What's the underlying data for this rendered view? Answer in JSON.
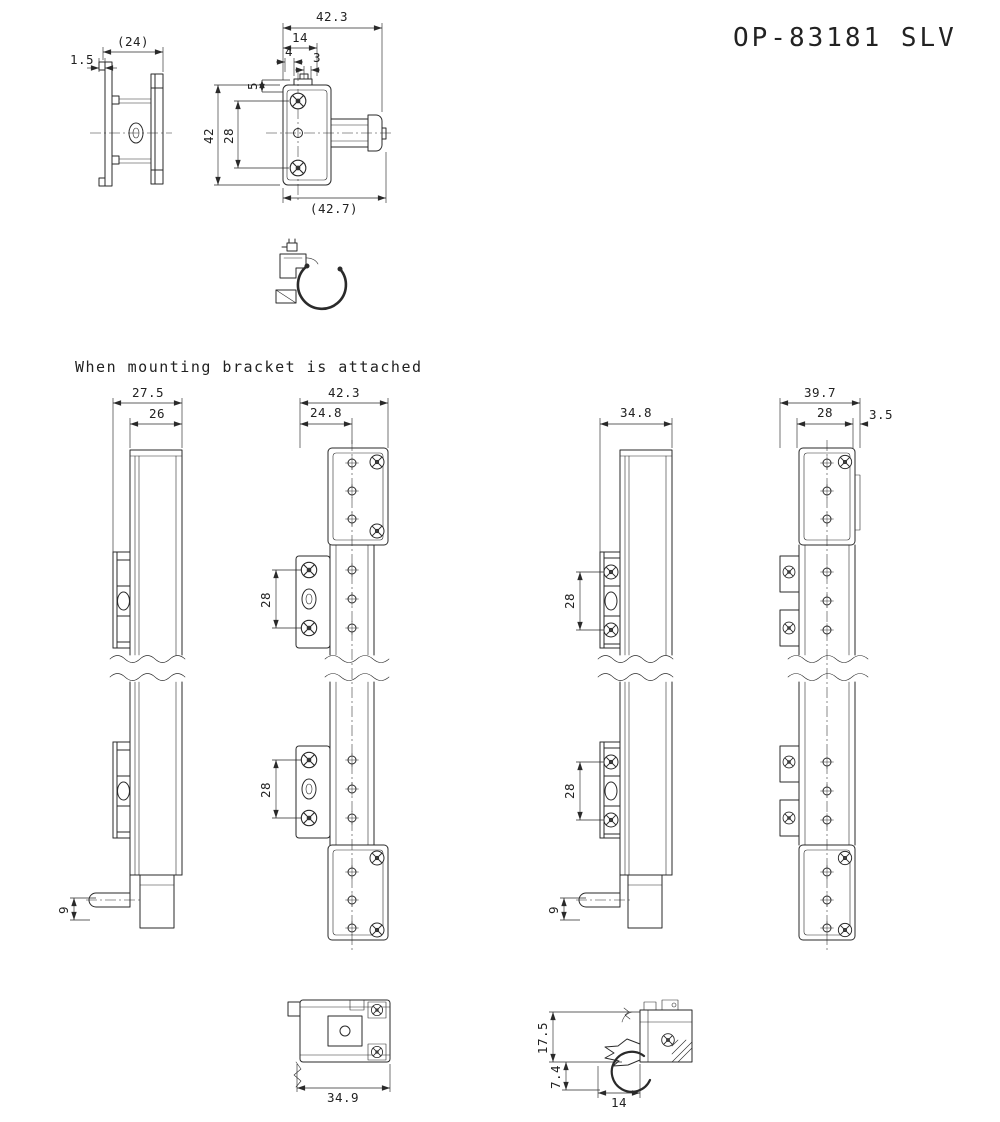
{
  "title": "OP-83181 SLV",
  "section_caption": "When mounting bracket is attached",
  "detail_views": {
    "side_view": {
      "width_ref": "(24)",
      "lip_thickness": "1.5"
    },
    "front_view": {
      "overall_width": "42.3",
      "tab_width": "14",
      "offset_left": "4",
      "offset_right": "3",
      "offset_top": "5",
      "height": "42",
      "screw_pitch": "28",
      "overall_depth_ref": "(42.7)"
    }
  },
  "attached_views": {
    "view_a": {
      "overall_width": "27.5",
      "body_width": "26",
      "foot_height": "9"
    },
    "view_b": {
      "overall_width": "42.3",
      "center_offset": "24.8",
      "screw_pitch_upper": "28",
      "screw_pitch_lower": "28"
    },
    "view_c": {
      "overall_width": "34.8",
      "screw_pitch_upper": "28",
      "screw_pitch_lower": "28",
      "foot_height": "9"
    },
    "view_d": {
      "overall_width": "39.7",
      "body_width": "28",
      "edge_offset": "3.5"
    }
  },
  "bottom_views": {
    "top_view": {
      "width": "34.9"
    },
    "side_view": {
      "bracket_height": "17.5",
      "clip_drop": "7.4",
      "tab_width": "14"
    }
  }
}
